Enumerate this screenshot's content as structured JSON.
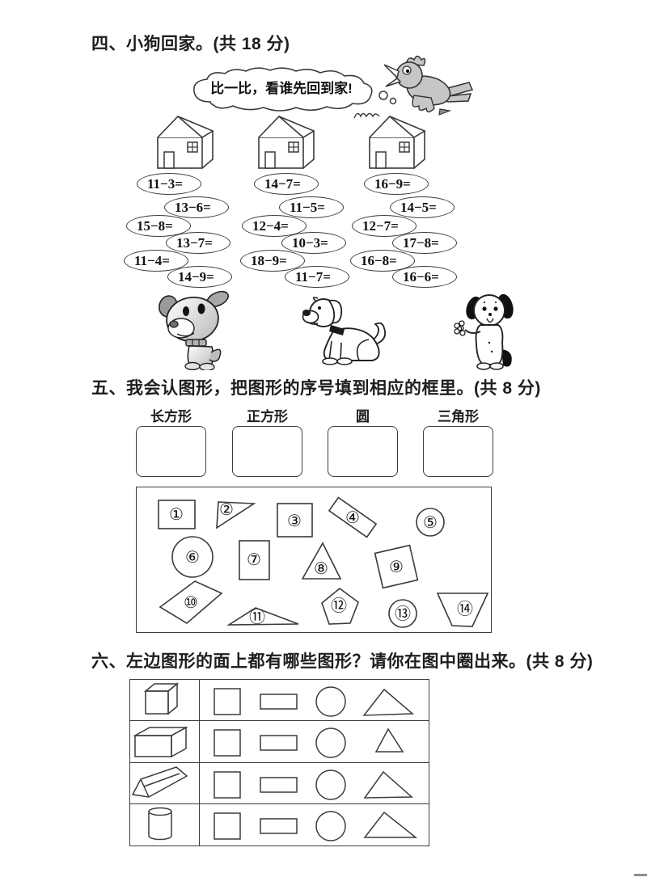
{
  "sec4": {
    "title": "四、小狗回家。(共 18 分)",
    "bubble": "比一比，看谁先回到家!",
    "points": "18",
    "icons": {
      "bird": "bird-icon",
      "houses": [
        "house-icon",
        "house-icon",
        "house-icon"
      ],
      "dogs": [
        "gray-puppy-icon",
        "sitting-dog-icon",
        "flower-puppy-icon"
      ]
    },
    "ovals": [
      "11−3=",
      "13−6=",
      "15−8=",
      "13−7=",
      "11−4=",
      "14−9=",
      "14−7=",
      "11−5=",
      "12−4=",
      "10−3=",
      "18−9=",
      "11−7=",
      "16−9=",
      "14−5=",
      "12−7=",
      "17−8=",
      "16−8=",
      "16−6="
    ]
  },
  "sec5": {
    "title": "五、我会认图形，把图形的序号填到相应的框里。(共 8 分)",
    "points": "8",
    "labels": [
      "长方形",
      "正方形",
      "圆",
      "三角形"
    ],
    "shapes": [
      {
        "num": "①",
        "type": "rectangle"
      },
      {
        "num": "②",
        "type": "triangle"
      },
      {
        "num": "③",
        "type": "square"
      },
      {
        "num": "④",
        "type": "tilted-rectangle"
      },
      {
        "num": "⑤",
        "type": "circle"
      },
      {
        "num": "⑥",
        "type": "circle"
      },
      {
        "num": "⑦",
        "type": "rectangle"
      },
      {
        "num": "⑧",
        "type": "triangle"
      },
      {
        "num": "⑨",
        "type": "tilted-square"
      },
      {
        "num": "⑩",
        "type": "parallelogram"
      },
      {
        "num": "⑪",
        "type": "triangle"
      },
      {
        "num": "⑫",
        "type": "pentagon"
      },
      {
        "num": "⑬",
        "type": "circle"
      },
      {
        "num": "⑭",
        "type": "trapezoid"
      }
    ]
  },
  "sec6": {
    "title": "六、左边图形的面上都有哪些图形？请你在图中圈出来。(共 8 分)",
    "points": "8",
    "rows": [
      {
        "solid": "cube",
        "options": [
          "square",
          "rectangle",
          "circle",
          "triangle"
        ]
      },
      {
        "solid": "cuboid",
        "options": [
          "square",
          "rectangle",
          "circle",
          "triangle"
        ]
      },
      {
        "solid": "pencil-prism",
        "options": [
          "square",
          "rectangle",
          "circle",
          "triangle"
        ]
      },
      {
        "solid": "cylinder",
        "options": [
          "square",
          "rectangle",
          "circle",
          "triangle"
        ]
      }
    ]
  }
}
